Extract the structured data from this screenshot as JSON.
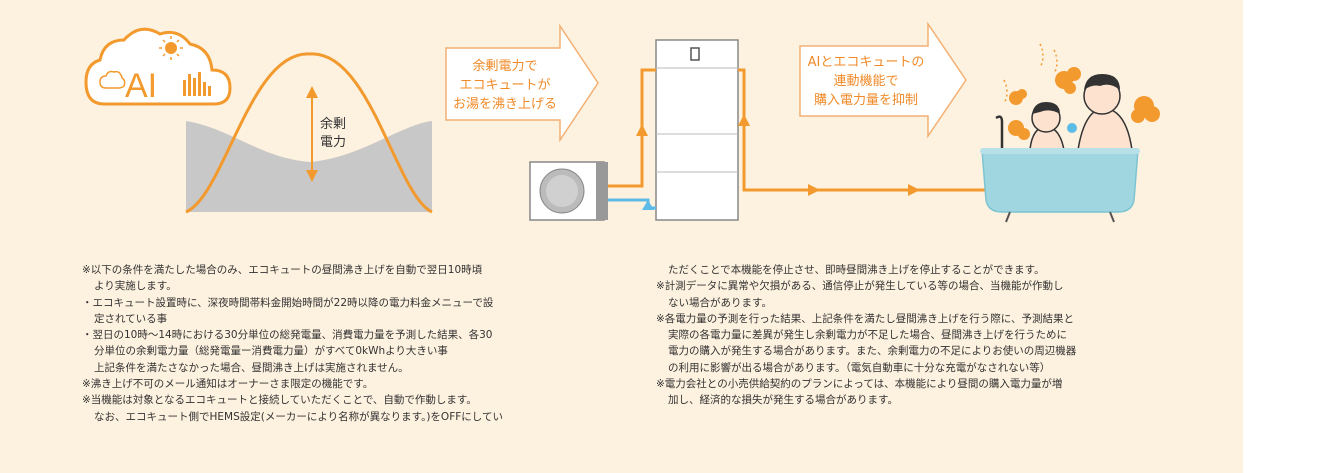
{
  "diagram": {
    "ai_logo_text": "AI",
    "surplus_label": [
      "余剰",
      "電力"
    ],
    "arrow1_lines": [
      "余剰電力で",
      "エコキュートが",
      "お湯を沸き上げる"
    ],
    "arrow2_lines": [
      "AIとエコキュートの",
      "連動機能で",
      "購入電力量を抑制"
    ],
    "colors": {
      "panel": "#fdf1df",
      "accent_orange": "#f39a2e",
      "arrow_fill": "#ffffff",
      "arrow_stroke": "#f4b073",
      "gray_area": "#c9c8c8",
      "bath_blue": "#9fd6e0",
      "pipe_blue": "#5dbbe8"
    },
    "icons": [
      "cloud-icon",
      "sun-icon",
      "bar-chart-icon",
      "heat-pump-unit-icon",
      "water-tank-icon",
      "bathtub-icon",
      "family-icon",
      "steam-icon"
    ]
  },
  "notes": {
    "left": [
      "※以下の条件を満たした場合のみ、エコキュートの昼間沸き上げを自動で翌日10時頃",
      "より実施します。",
      "・エコキュート設置時に、深夜時間帯料金開始時間が22時以降の電力料金メニューで設",
      "定されている事",
      "・翌日の10時〜14時における30分単位の総発電量、消費電力量を予測した結果、各30",
      "分単位の余剰電力量（総発電量ー消費電力量）がすべて0kWhより大きい事",
      "上記条件を満たさなかった場合、昼間沸き上げは実施されません。",
      "※沸き上げ不可のメール通知はオーナーさま限定の機能です。",
      "※当機能は対象となるエコキュートと接続していただくことで、自動で作動します。",
      "なお、エコキュート側でHEMS設定(メーカーにより名称が異なります。)をOFFにしてい"
    ],
    "right": [
      "ただくことで本機能を停止させ、即時昼間沸き上げを停止することができます。",
      "※計測データに異常や欠損がある、通信停止が発生している等の場合、当機能が作動し",
      "ない場合があります。",
      "※各電力量の予測を行った結果、上記条件を満たし昼間沸き上げを行う際に、予測結果と",
      "実際の各電力量に差異が発生し余剰電力が不足した場合、昼間沸き上げを行うために",
      "電力の購入が発生する場合があります。また、余剰電力の不足によりお使いの周辺機器",
      "の利用に影響が出る場合があります。（電気自動車に十分な充電がなされない等）",
      "※電力会社との小売供給契約のプランによっては、本機能により昼間の購入電力量が増",
      "加し、経済的な損失が発生する場合があります。"
    ]
  }
}
